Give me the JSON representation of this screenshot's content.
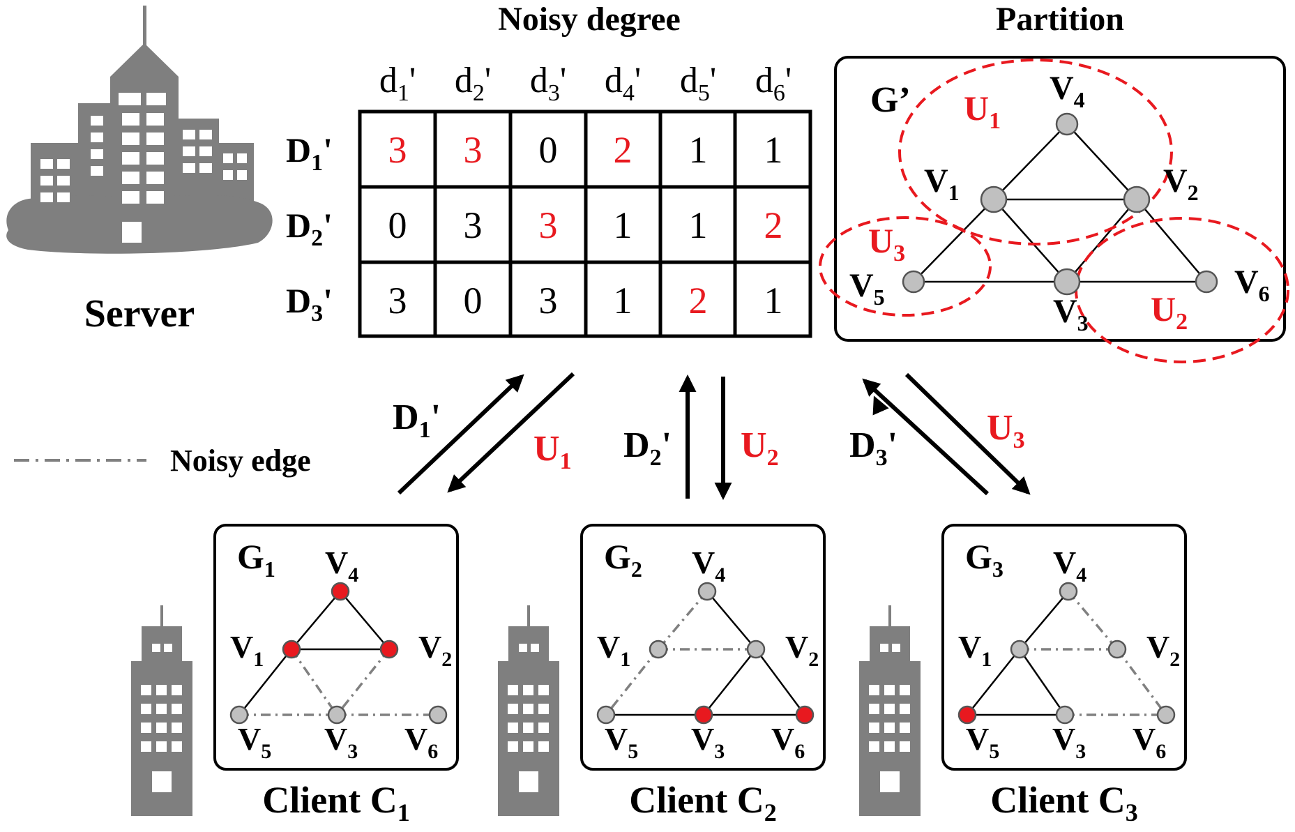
{
  "labels": {
    "server": "Server",
    "noisy_degree_title": "Noisy degree",
    "partition_title": "Partition",
    "noisy_edge_legend": "Noisy edge"
  },
  "colors": {
    "red": "#e8191f",
    "node_gray": "#c0c0c0",
    "building_gray": "#7f7f7f",
    "noisy_edge_gray": "#808080"
  },
  "matrix": {
    "col_headers": [
      {
        "base": "d",
        "sub": "1",
        "prime": "'"
      },
      {
        "base": "d",
        "sub": "2",
        "prime": "'"
      },
      {
        "base": "d",
        "sub": "3",
        "prime": "'"
      },
      {
        "base": "d",
        "sub": "4",
        "prime": "'"
      },
      {
        "base": "d",
        "sub": "5",
        "prime": "'"
      },
      {
        "base": "d",
        "sub": "6",
        "prime": "'"
      }
    ],
    "rows": [
      {
        "label": {
          "base": "D",
          "sub": "1",
          "prime": "'"
        },
        "cells": [
          {
            "v": "3",
            "red": true
          },
          {
            "v": "3",
            "red": true
          },
          {
            "v": "0",
            "red": false
          },
          {
            "v": "2",
            "red": true
          },
          {
            "v": "1",
            "red": false
          },
          {
            "v": "1",
            "red": false
          }
        ]
      },
      {
        "label": {
          "base": "D",
          "sub": "2",
          "prime": "'"
        },
        "cells": [
          {
            "v": "0",
            "red": false
          },
          {
            "v": "3",
            "red": false
          },
          {
            "v": "3",
            "red": true
          },
          {
            "v": "1",
            "red": false
          },
          {
            "v": "1",
            "red": false
          },
          {
            "v": "2",
            "red": true
          }
        ]
      },
      {
        "label": {
          "base": "D",
          "sub": "3",
          "prime": "'"
        },
        "cells": [
          {
            "v": "3",
            "red": false
          },
          {
            "v": "0",
            "red": false
          },
          {
            "v": "3",
            "red": false
          },
          {
            "v": "1",
            "red": false
          },
          {
            "v": "2",
            "red": true
          },
          {
            "v": "1",
            "red": false
          }
        ]
      }
    ]
  },
  "partition_graph": {
    "name": {
      "base": "G",
      "prime": "’"
    },
    "vertices": [
      {
        "base": "V",
        "sub": "1"
      },
      {
        "base": "V",
        "sub": "2"
      },
      {
        "base": "V",
        "sub": "3"
      },
      {
        "base": "V",
        "sub": "4"
      },
      {
        "base": "V",
        "sub": "5"
      },
      {
        "base": "V",
        "sub": "6"
      }
    ],
    "partitions": [
      {
        "base": "U",
        "sub": "1"
      },
      {
        "base": "U",
        "sub": "2"
      },
      {
        "base": "U",
        "sub": "3"
      }
    ]
  },
  "arrows": [
    {
      "up": {
        "base": "D",
        "sub": "1",
        "prime": "'"
      },
      "down": {
        "base": "U",
        "sub": "1"
      }
    },
    {
      "up": {
        "base": "D",
        "sub": "2",
        "prime": "'"
      },
      "down": {
        "base": "U",
        "sub": "2"
      }
    },
    {
      "up": {
        "base": "D",
        "sub": "3",
        "prime": "'"
      },
      "down": {
        "base": "U",
        "sub": "3"
      }
    }
  ],
  "clients": [
    {
      "graph": {
        "base": "G",
        "sub": "1"
      },
      "label": {
        "base": "Client C",
        "sub": "1"
      },
      "highlighted": [
        "v1",
        "v2",
        "v4"
      ]
    },
    {
      "graph": {
        "base": "G",
        "sub": "2"
      },
      "label": {
        "base": "Client C",
        "sub": "2"
      },
      "highlighted": [
        "v3",
        "v6"
      ]
    },
    {
      "graph": {
        "base": "G",
        "sub": "3"
      },
      "label": {
        "base": "Client C",
        "sub": "3"
      },
      "highlighted": [
        "v5"
      ]
    }
  ]
}
